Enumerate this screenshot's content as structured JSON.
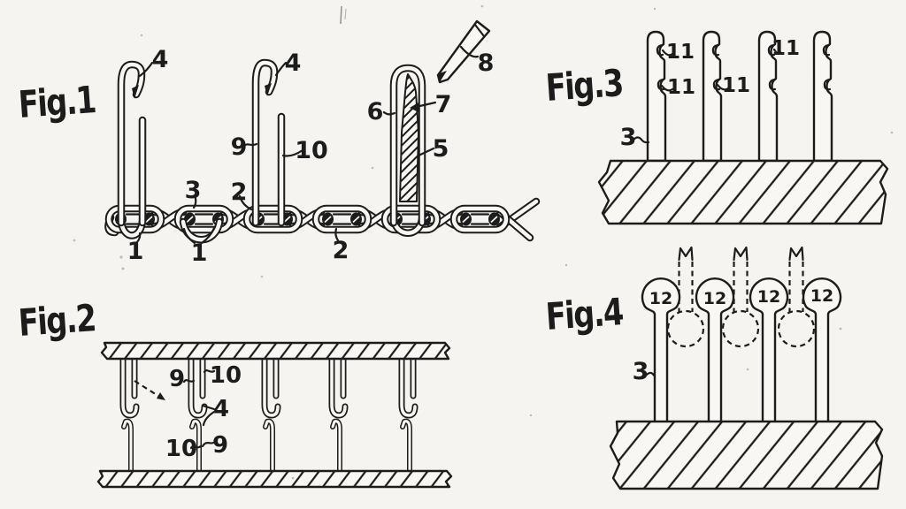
{
  "colors": {
    "paper": "#f5f4f1",
    "ink": "#1c1c1c"
  },
  "figures": {
    "fig1": {
      "title": "Fig.1",
      "labels": [
        "4",
        "4",
        "9",
        "10",
        "6",
        "7",
        "5",
        "8",
        "3",
        "2",
        "2",
        "1",
        "1"
      ]
    },
    "fig2": {
      "title": "Fig.2",
      "labels": [
        "9",
        "10",
        "4",
        "10",
        "9"
      ]
    },
    "fig3": {
      "title": "Fig.3",
      "labels": [
        "11",
        "11",
        "11",
        "11",
        "3"
      ]
    },
    "fig4": {
      "title": "Fig.4",
      "labels": [
        "12",
        "12",
        "12",
        "12",
        "3"
      ]
    }
  }
}
